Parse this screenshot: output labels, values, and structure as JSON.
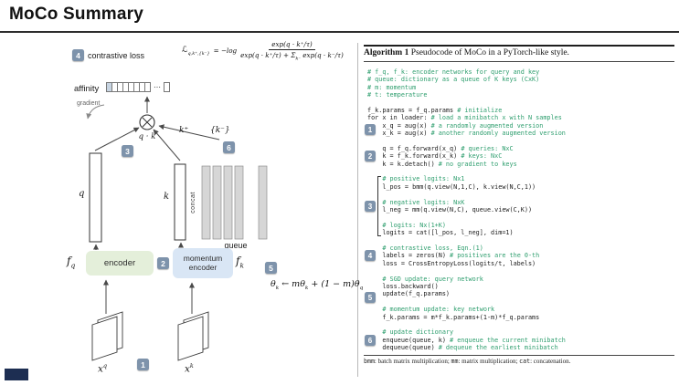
{
  "slide": {
    "title": "MoCo Summary"
  },
  "steps": [
    "1",
    "2",
    "3",
    "4",
    "5",
    "6"
  ],
  "diagram": {
    "contrastive_loss_label": "contrastive loss",
    "loss_formula": {
      "script_l": "ℒ",
      "subscript": "q,k⁺,{k⁻}",
      "equals_log": "= −log",
      "numerator": "exp(q · k⁺/τ)",
      "denom_left": "exp(q · k⁺/τ) + Σ",
      "denom_sub": "k⁻",
      "denom_right": " exp(q · k⁻/τ)"
    },
    "affinity_label": "affinity",
    "ellipsis": "⋯",
    "gradient_label": "gradient",
    "qk_label": "q · k",
    "k_plus": "k⁺",
    "k_minus": "{k⁻}",
    "q_label": "q",
    "k_label": "k",
    "concat_label": "concat",
    "queue_label": "queue",
    "f_q_base": "f",
    "f_q_sub": "q",
    "f_k_base": "f",
    "f_k_sub": "k",
    "encoder_label": "encoder",
    "momentum_encoder_label": "momentum encoder",
    "momentum_formula": {
      "p1": "θ",
      "s1": "k",
      "p2": " ← mθ",
      "s2": "k",
      "p3": " + (1 − m)θ",
      "s3": "q"
    },
    "x_q_base": "x",
    "x_q_sup": "q",
    "x_k_base": "x",
    "x_k_sup": "k"
  },
  "algorithm": {
    "title_bold": "Algorithm 1",
    "title_rest": " Pseudocode of MoCo in a PyTorch-like style.",
    "lines": [
      {
        "code": "",
        "comment": "# f_q, f_k: encoder networks for query and key"
      },
      {
        "code": "",
        "comment": "# queue: dictionary as a queue of K keys (CxK)"
      },
      {
        "code": "",
        "comment": "# m: momentum"
      },
      {
        "code": "",
        "comment": "# t: temperature"
      },
      {
        "code": "",
        "comment": ""
      },
      {
        "code": "f_k.params = f_q.params ",
        "comment": "# initialize"
      },
      {
        "code": "for x in loader: ",
        "comment": "# load a minibatch x with N samples"
      },
      {
        "code": "    x_q = aug(x) ",
        "comment": "# a randomly augmented version"
      },
      {
        "code": "    x_k = aug(x) ",
        "comment": "# another randomly augmented version"
      },
      {
        "code": "",
        "comment": ""
      },
      {
        "code": "    q = f_q.forward(x_q) ",
        "comment": "# queries: NxC"
      },
      {
        "code": "    k = f_k.forward(x_k) ",
        "comment": "# keys: NxC"
      },
      {
        "code": "    k = k.detach() ",
        "comment": "# no gradient to keys"
      },
      {
        "code": "",
        "comment": ""
      },
      {
        "code": "",
        "comment": "    # positive logits: Nx1"
      },
      {
        "code": "    l_pos = bmm(q.view(N,1,C), k.view(N,C,1))",
        "comment": ""
      },
      {
        "code": "",
        "comment": ""
      },
      {
        "code": "",
        "comment": "    # negative logits: NxK"
      },
      {
        "code": "    l_neg = mm(q.view(N,C), queue.view(C,K))",
        "comment": ""
      },
      {
        "code": "",
        "comment": ""
      },
      {
        "code": "",
        "comment": "    # logits: Nx(1+K)"
      },
      {
        "code": "    logits = cat([l_pos, l_neg], dim=1)",
        "comment": ""
      },
      {
        "code": "",
        "comment": ""
      },
      {
        "code": "",
        "comment": "    # contrastive loss, Eqn.(1)"
      },
      {
        "code": "    labels = zeros(N) ",
        "comment": "# positives are the 0-th"
      },
      {
        "code": "    loss = CrossEntropyLoss(logits/t, labels)",
        "comment": ""
      },
      {
        "code": "",
        "comment": ""
      },
      {
        "code": "",
        "comment": "    # SGD update: query network"
      },
      {
        "code": "    loss.backward()",
        "comment": ""
      },
      {
        "code": "    update(f_q.params)",
        "comment": ""
      },
      {
        "code": "",
        "comment": ""
      },
      {
        "code": "",
        "comment": "    # momentum update: key network"
      },
      {
        "code": "    f_k.params = m*f_k.params+(1-m)*f_q.params",
        "comment": ""
      },
      {
        "code": "",
        "comment": ""
      },
      {
        "code": "",
        "comment": "    # update dictionary"
      },
      {
        "code": "    enqueue(queue, k) ",
        "comment": "# enqueue the current minibatch"
      },
      {
        "code": "    dequeue(queue) ",
        "comment": "# dequeue the earliest minibatch"
      }
    ],
    "footnote_parts": [
      {
        "text": "bmm",
        "mono": true
      },
      {
        "text": ": batch matrix multiplication; ",
        "mono": false
      },
      {
        "text": "mm",
        "mono": true
      },
      {
        "text": ": matrix multiplication; ",
        "mono": false
      },
      {
        "text": "cat",
        "mono": true
      },
      {
        "text": ": concatenation.",
        "mono": false
      }
    ]
  }
}
